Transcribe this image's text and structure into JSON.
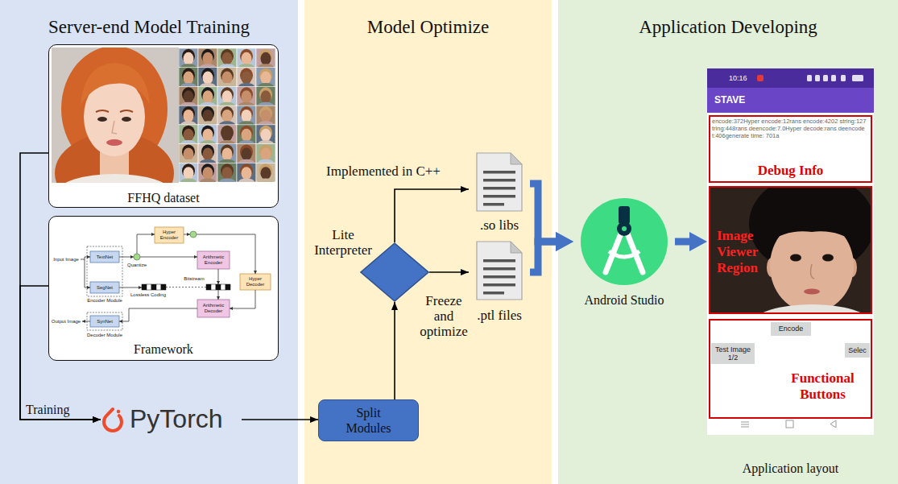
{
  "diagram": {
    "nodes": [
      {
        "text": [
          "Server-end Model Training"
        ]
      },
      {
        "text": [
          "FFHQ dataset"
        ],
        "in": 0
      },
      {
        "text": [
          "Framework"
        ],
        "in": 0
      },
      {
        "text": [
          "PyTorch"
        ],
        "in": 0
      },
      {
        "text": [
          "Model Optimize"
        ]
      },
      {
        "text": [
          "Lite Interpreter"
        ],
        "in": 4
      },
      {
        "text": [
          ".so libs"
        ],
        "in": 4
      },
      {
        "text": [
          ".ptl files"
        ],
        "in": 4
      },
      {
        "text": [
          "Split Modules"
        ],
        "in": 4
      },
      {
        "text": [
          "Application Developing"
        ]
      },
      {
        "text": [
          "Android Studio"
        ],
        "in": 9
      },
      {
        "text": [
          "Application layout"
        ],
        "in": 9
      },
      {
        "text": [
          "Debug Info"
        ],
        "in": 11
      },
      {
        "text": [
          "Image Viewer Region"
        ],
        "in": 11
      },
      {
        "text": [
          "Functional Buttons"
        ],
        "in": 11
      },
      {
        "text": [
          "Encode"
        ],
        "in": 14
      },
      {
        "text": [
          "Test Image 1/2"
        ],
        "in": 14
      },
      {
        "text": [
          "Selec"
        ],
        "in": 14
      }
    ],
    "edges": [
      {
        "from": 1,
        "to": 3,
        "arrow": "to",
        "label": "Training"
      },
      {
        "from": 2,
        "to": 3,
        "arrow": "to"
      },
      {
        "from": 3,
        "to": 8,
        "arrow": "to"
      },
      {
        "from": 8,
        "to": 5,
        "arrow": "to"
      },
      {
        "from": 5,
        "to": 6,
        "arrow": "to",
        "label": "Implemented in C++"
      },
      {
        "from": 5,
        "to": 7,
        "arrow": "to",
        "label": "Freeze and optimize"
      },
      {
        "from": 6,
        "to": 10,
        "arrow": "to"
      },
      {
        "from": 7,
        "to": 10,
        "arrow": "to"
      },
      {
        "from": 10,
        "to": 11,
        "arrow": "to"
      }
    ],
    "labels": [
      "Input Image",
      "TextNet",
      "SegNet",
      "Encoder Module",
      "Quantize",
      "Hyper Encoder",
      "Arithmetic Encoder",
      "Bitstream",
      "Lossless Coding",
      "Hyper Decoder",
      "Arithmetic Decoder",
      "SynNet",
      "Decoder Module",
      "Output Image",
      "10:16",
      "STAVE",
      "encode:372Hyper encode:12rans encode:4202 string:127",
      "tring:448rans deencode:7.0Hyper decode:rans deencode",
      "t:406generate time: 701a"
    ]
  }
}
